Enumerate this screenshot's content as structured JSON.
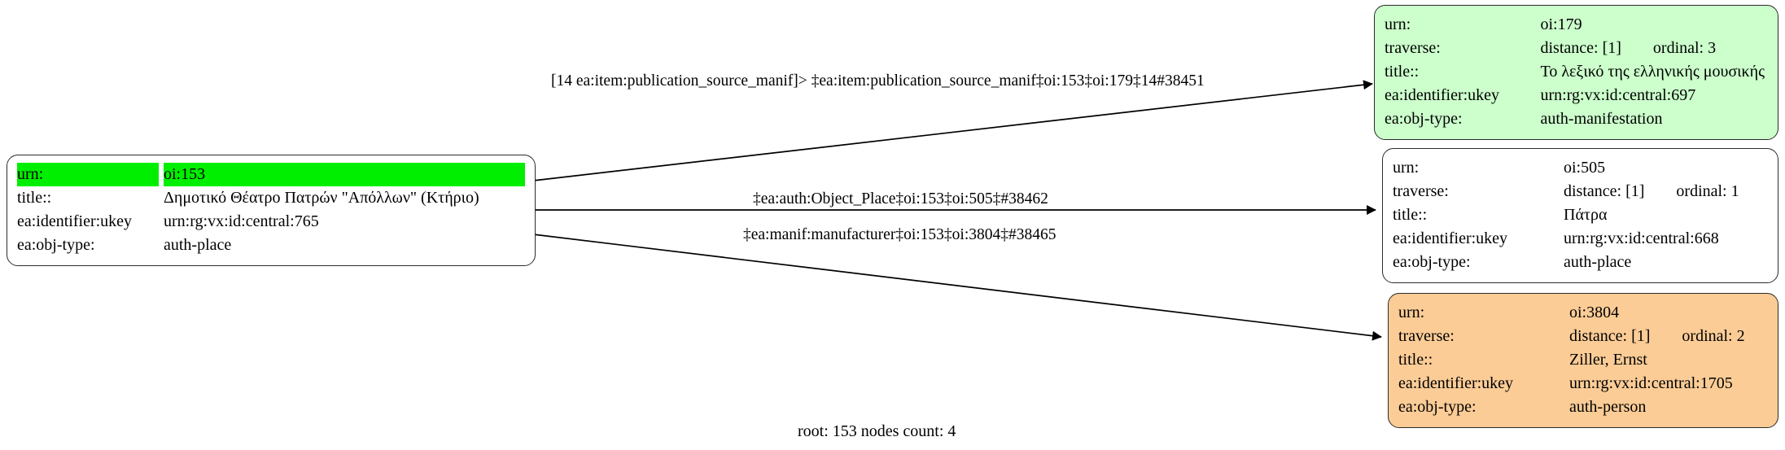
{
  "graph": {
    "caption": "root: 153 nodes count: 4",
    "field_labels": {
      "urn": "urn:",
      "traverse": "traverse:",
      "title": "title::",
      "ukey": "ea:identifier:ukey",
      "objtype": "ea:obj-type:"
    },
    "colors": {
      "root_highlight": "#00ef00",
      "manifestation_fill": "#ccffcc",
      "person_fill": "#fbcc96",
      "place_fill": "#ffffff",
      "border": "#2b2b2b",
      "edge": "#000000"
    },
    "nodes": [
      {
        "id": "root",
        "urn": "oi:153",
        "title": "Δημοτικό Θέατρο Πατρών \"Απόλλων\" (Κτήριο)",
        "ukey": "urn:rg:vx:id:central:765",
        "objtype": "auth-place"
      },
      {
        "id": "n179",
        "urn": "oi:179",
        "traverse_distance": "distance: [1]",
        "traverse_ordinal": "ordinal: 3",
        "title": "Το λεξικό της ελληνικής μουσικής",
        "ukey": "urn:rg:vx:id:central:697",
        "objtype": "auth-manifestation"
      },
      {
        "id": "n505",
        "urn": "oi:505",
        "traverse_distance": "distance: [1]",
        "traverse_ordinal": "ordinal: 1",
        "title": "Πάτρα",
        "ukey": "urn:rg:vx:id:central:668",
        "objtype": "auth-place"
      },
      {
        "id": "n3804",
        "urn": "oi:3804",
        "traverse_distance": "distance: [1]",
        "traverse_ordinal": "ordinal: 2",
        "title": "Ziller, Ernst",
        "ukey": "urn:rg:vx:id:central:1705",
        "objtype": "auth-person"
      }
    ],
    "edges": [
      {
        "id": "e38451",
        "from": "root",
        "to": "n179",
        "label": "[14 ea:item:publication_source_manif]> ‡ea:item:publication_source_manif‡oi:153‡oi:179‡14#38451"
      },
      {
        "id": "e38462",
        "from": "root",
        "to": "n505",
        "label": "‡ea:auth:Object_Place‡oi:153‡oi:505‡#38462"
      },
      {
        "id": "e38465",
        "from": "root",
        "to": "n3804",
        "label": "‡ea:manif:manufacturer‡oi:153‡oi:3804‡#38465"
      }
    ]
  }
}
